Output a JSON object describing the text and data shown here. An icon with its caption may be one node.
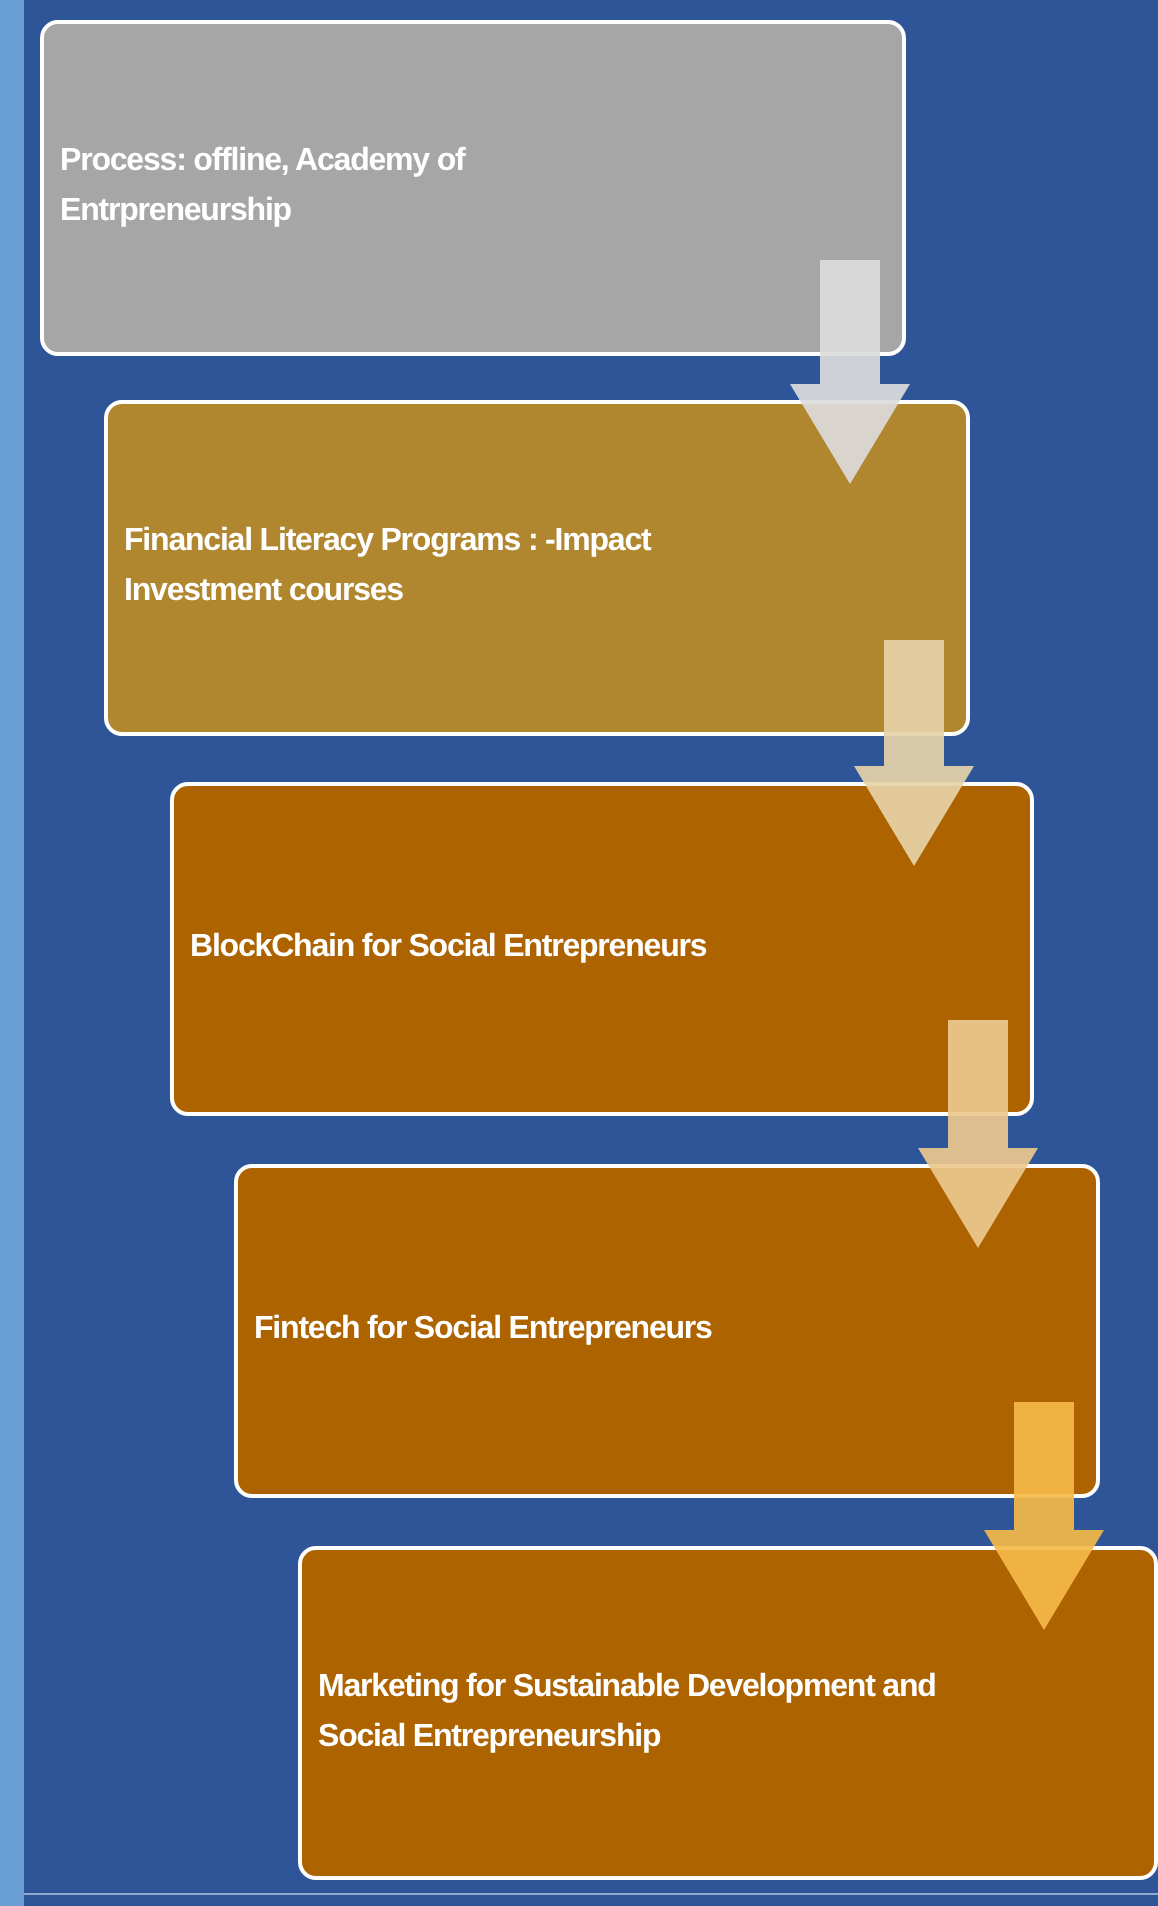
{
  "diagram": {
    "nodes": [
      {
        "text": [
          "Process: offline, Academy of Entrpreneurship"
        ]
      },
      {
        "text": [
          "Financial Literacy Programs :  -Impact Investment courses"
        ]
      },
      {
        "text": [
          "BlockChain for Social Entrepreneurs"
        ]
      },
      {
        "text": [
          "Fintech for Social Entrepreneurs"
        ]
      },
      {
        "text": [
          "Marketing for Sustainable Development and Social Entrepreneurship"
        ]
      }
    ],
    "edges": [
      {
        "from": 0,
        "to": 1,
        "arrow": "to",
        "color": "#dcdcdc"
      },
      {
        "from": 1,
        "to": 2,
        "arrow": "to",
        "color": "#e6d2a8"
      },
      {
        "from": 2,
        "to": 3,
        "arrow": "to",
        "color": "#ecc88e"
      },
      {
        "from": 3,
        "to": 4,
        "arrow": "to",
        "color": "#f5b848"
      }
    ]
  }
}
